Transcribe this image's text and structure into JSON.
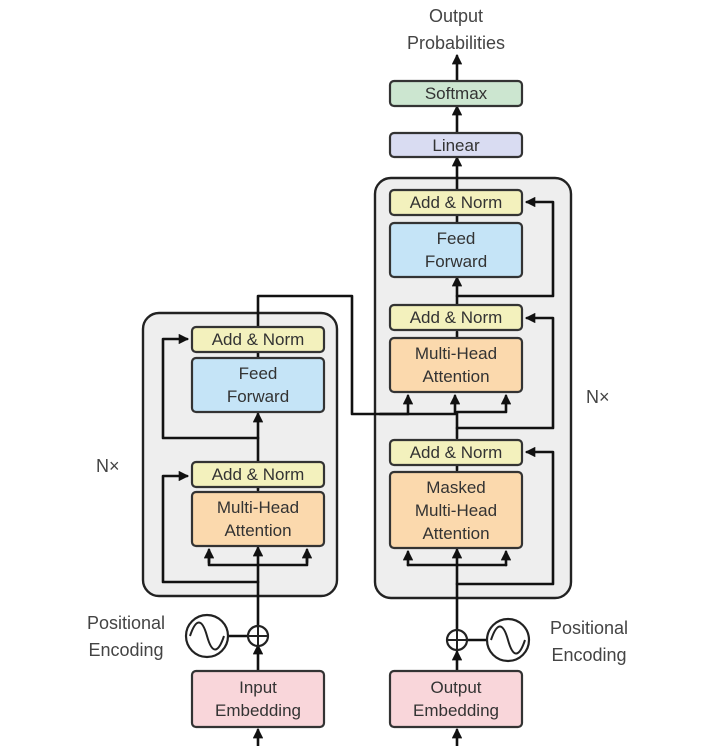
{
  "output_label": [
    "Output",
    "Probabilities"
  ],
  "decoder": {
    "softmax": "Softmax",
    "linear": "Linear",
    "add_norm_top": "Add & Norm",
    "feed_forward": [
      "Feed",
      "Forward"
    ],
    "add_norm_mid": "Add & Norm",
    "cross_attention": [
      "Multi-Head",
      "Attention"
    ],
    "add_norm_bottom": "Add & Norm",
    "masked_attention": [
      "Masked",
      "Multi-Head",
      "Attention"
    ],
    "repeat": "N×",
    "positional_encoding": [
      "Positional",
      "Encoding"
    ],
    "embedding": [
      "Output",
      "Embedding"
    ]
  },
  "encoder": {
    "add_norm_top": "Add & Norm",
    "feed_forward": [
      "Feed",
      "Forward"
    ],
    "add_norm_bottom": "Add & Norm",
    "attention": [
      "Multi-Head",
      "Attention"
    ],
    "repeat": "N×",
    "positional_encoding": [
      "Positional",
      "Encoding"
    ],
    "embedding": [
      "Input",
      "Embedding"
    ]
  },
  "colors": {
    "add_norm": "#f3f1bd",
    "feed_forward": "#c5e4f7",
    "attention": "#fbd9ad",
    "embedding": "#f9d6da",
    "linear": "#d9dcf2",
    "softmax": "#cce6d0",
    "stack_background": "#eeeeee"
  }
}
